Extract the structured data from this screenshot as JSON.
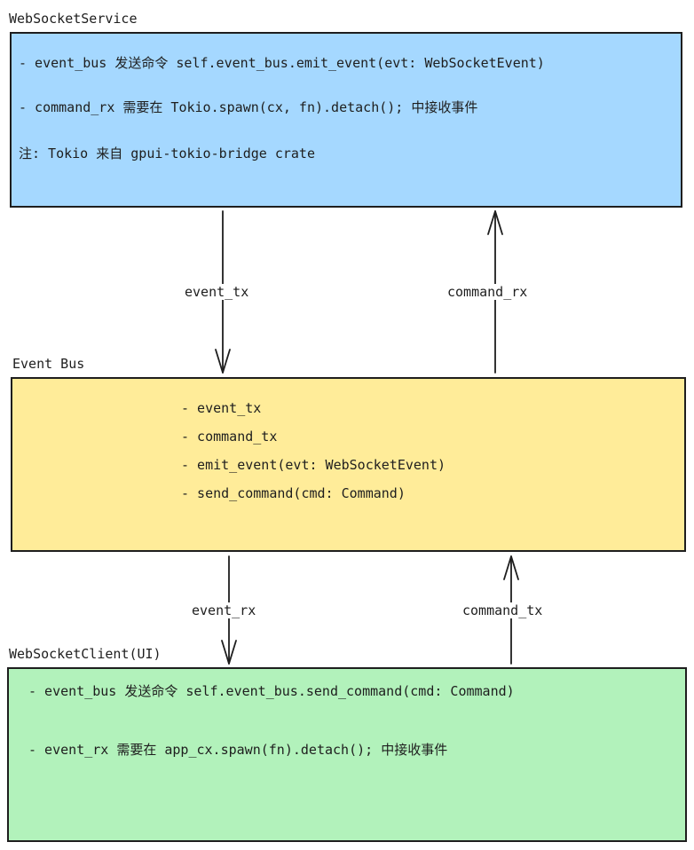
{
  "service": {
    "title": "WebSocketService",
    "color": "#a5d8ff",
    "lines": [
      "- event_bus  发送命令 self.event_bus.emit_event(evt: WebSocketEvent)",
      "- command_rx 需要在 Tokio.spawn(cx, fn).detach(); 中接收事件",
      "注: Tokio 来自 gpui-tokio-bridge crate"
    ]
  },
  "bus": {
    "title": "Event Bus",
    "color": "#ffec99",
    "lines": [
      "- event_tx",
      "- command_tx",
      "- emit_event(evt: WebSocketEvent)",
      "- send_command(cmd: Command)"
    ]
  },
  "client": {
    "title": "WebSocketClient(UI)",
    "color": "#b2f2bb",
    "lines": [
      "- event_bus  发送命令 self.event_bus.send_command(cmd: Command)",
      "- event_rx 需要在 app_cx.spawn(fn).detach(); 中接收事件"
    ]
  },
  "connectors": {
    "service_to_bus": "event_tx",
    "bus_to_service": "command_rx",
    "bus_to_client": "event_rx",
    "client_to_bus": "command_tx"
  }
}
